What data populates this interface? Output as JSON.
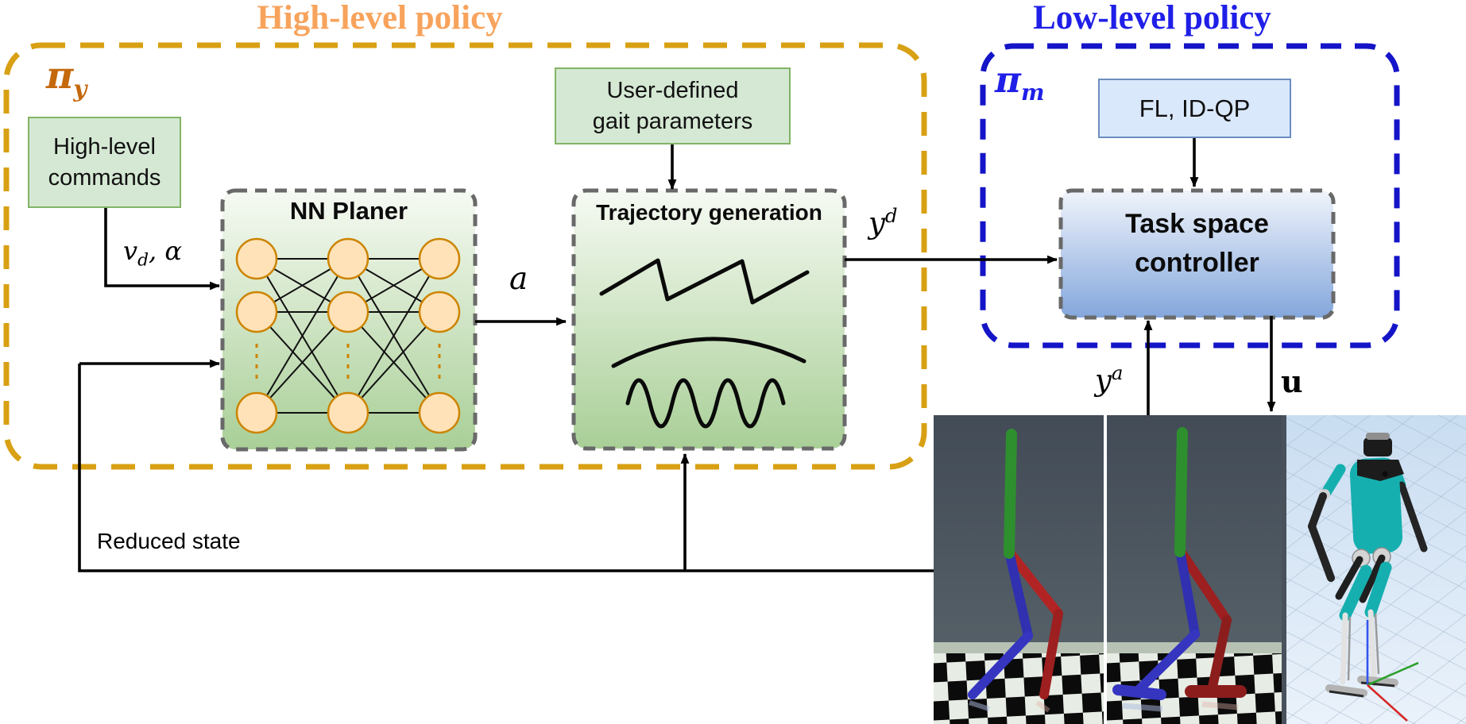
{
  "regions": {
    "high_level": {
      "title": "High-level policy",
      "policy_symbol": "π",
      "policy_sub": "y"
    },
    "low_level": {
      "title": "Low-level policy",
      "policy_symbol": "π",
      "policy_sub": "m"
    }
  },
  "boxes": {
    "high_level_commands": {
      "line1": "High-level",
      "line2": "commands"
    },
    "user_gait": {
      "line1": "User-defined",
      "line2": "gait parameters"
    },
    "nn_planer": {
      "title": "NN Planer"
    },
    "trajectory_generation": {
      "title": "Trajectory generation"
    },
    "fl_idqp": {
      "label": "FL, ID-QP"
    },
    "task_space_controller": {
      "line1": "Task space",
      "line2": "controller"
    }
  },
  "signals": {
    "command": {
      "base": "v",
      "sub": "d",
      "rest": ", α"
    },
    "action": {
      "base": "a"
    },
    "desired_output": {
      "base": "y",
      "sup": "d"
    },
    "actual_output": {
      "base": "y",
      "sup": "a"
    },
    "control_input": {
      "base": "u"
    },
    "reduced_state": {
      "label": "Reduced state"
    }
  },
  "icons": {
    "nn_network": "neural-network-icon",
    "trajectory_curves": "trajectory-signals-icon",
    "biped_point_foot": "biped-simulation-image",
    "biped_flat_foot": "biped-feet-simulation-image",
    "digit_robot": "digit-robot-image"
  },
  "colors": {
    "high_level_title": "#F7A35C",
    "high_level_dash": "#D8A013",
    "pi_y": "#C4690C",
    "low_level_title": "#1F1FE8",
    "low_level_dash": "#1414C8",
    "pi_m": "#1F1FE8",
    "green_box_fill": "#D5E8D4",
    "green_box_border": "#82B366",
    "blue_box_fill": "#DAE8FC",
    "blue_box_border": "#6C8EBF",
    "module_border": "#696969",
    "module_green_top": "#F6FAF3",
    "module_green_bottom": "#A9CF97",
    "module_blue_top": "#F0F4FB",
    "module_blue_bottom": "#84A7DC",
    "neuron_fill": "#FFE2B8",
    "neuron_border": "#CC8400",
    "arrow": "#000000"
  }
}
